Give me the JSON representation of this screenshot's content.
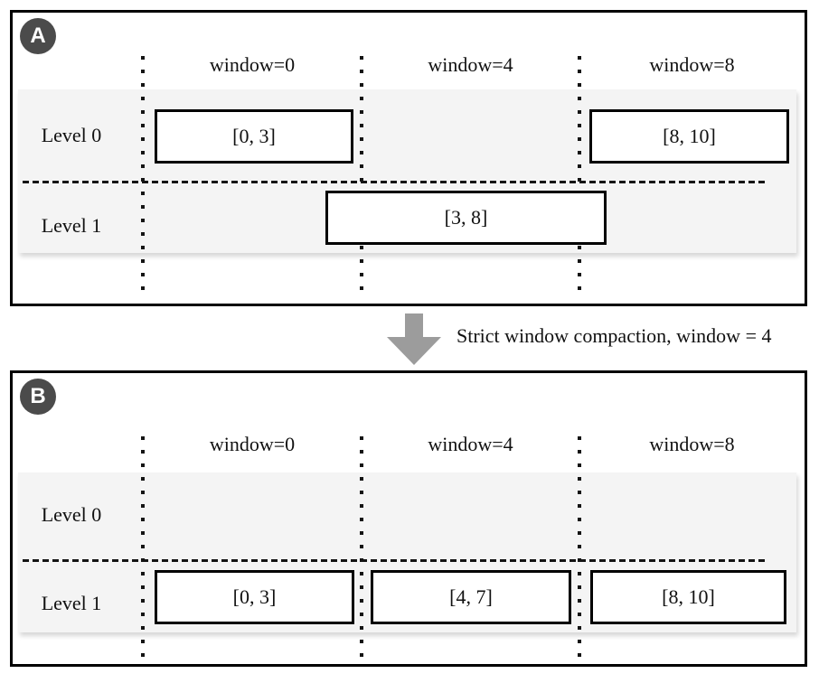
{
  "figure": {
    "transition_label": "Strict window compaction, window = 4"
  },
  "panels": [
    {
      "badge": "A",
      "window_labels": [
        "window=0",
        "window=4",
        "window=8"
      ],
      "level_labels": [
        "Level 0",
        "Level 1"
      ],
      "boxes": [
        {
          "label": "[0, 3]"
        },
        {
          "label": "[8, 10]"
        },
        {
          "label": "[3, 8]"
        }
      ]
    },
    {
      "badge": "B",
      "window_labels": [
        "window=0",
        "window=4",
        "window=8"
      ],
      "level_labels": [
        "Level 0",
        "Level 1"
      ],
      "boxes": [
        {
          "label": "[0, 3]"
        },
        {
          "label": "[4, 7]"
        },
        {
          "label": "[8, 10]"
        }
      ]
    }
  ],
  "colors": {
    "panel_border": "#000000",
    "badge_background": "#4b4b4b",
    "badge_text": "#ffffff",
    "row_band_background": "#f4f4f4",
    "divider_lines": "#141414",
    "box_background": "#ffffff",
    "box_border": "#000000",
    "arrow": "#9c9c9c"
  }
}
